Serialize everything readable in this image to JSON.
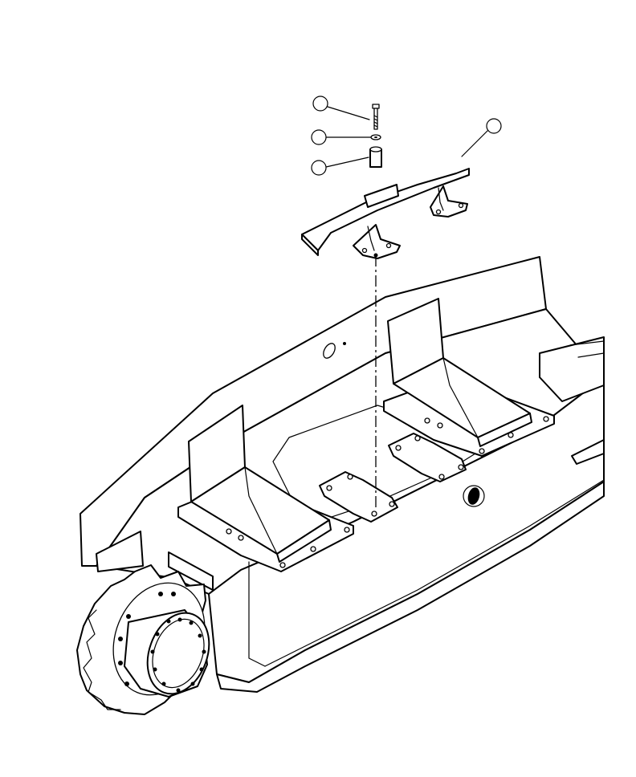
{
  "callouts": [
    {
      "id": "callout-1",
      "label": ""
    },
    {
      "id": "callout-2",
      "label": ""
    },
    {
      "id": "callout-3",
      "label": ""
    },
    {
      "id": "callout-4",
      "label": ""
    }
  ],
  "parts": [
    "bolt",
    "washer",
    "spacer",
    "guard-bracket",
    "track-frame",
    "drive-sprocket",
    "travel-motor"
  ],
  "colors": {
    "line": "#000000",
    "background": "#ffffff"
  }
}
